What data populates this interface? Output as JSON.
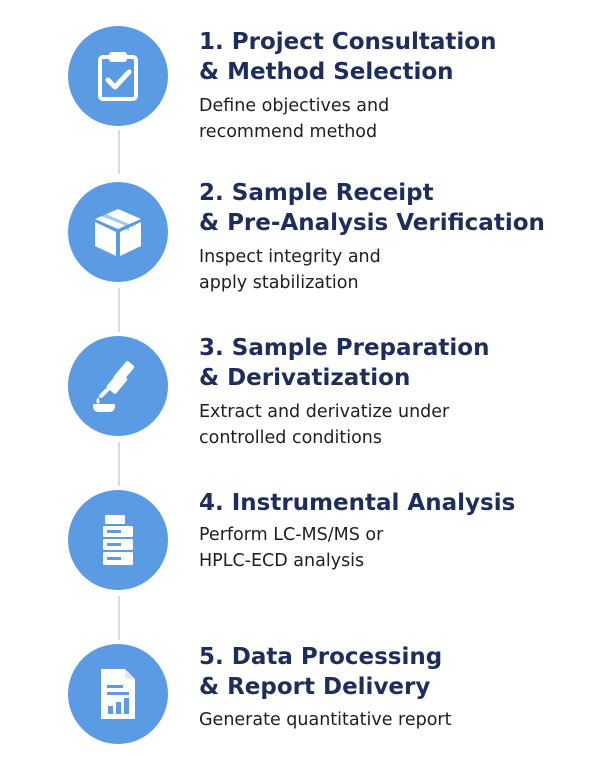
{
  "steps": [
    {
      "title": "1. Project Consultation\n& Method Selection",
      "description": "Define objectives and\nrecommend method",
      "icon": "clipboard-check-icon"
    },
    {
      "title": "2. Sample Receipt\n& Pre-Analysis Verification",
      "description": "Inspect integrity and\napply stabilization",
      "icon": "package-box-icon"
    },
    {
      "title": "3. Sample Preparation\n& Derivatization",
      "description": "Extract and derivatize under\ncontrolled conditions",
      "icon": "pipette-dropper-icon"
    },
    {
      "title": "4. Instrumental Analysis",
      "description": "Perform LC-MS/MS or\nHPLC-ECD analysis",
      "icon": "instrument-stack-icon"
    },
    {
      "title": "5. Data Processing\n& Report Delivery",
      "description": "Generate quantitative  report",
      "icon": "report-chart-icon"
    }
  ],
  "colors": {
    "accent": "#5b9be3",
    "title": "#1d2e5c",
    "text": "#1e1e1e",
    "connector": "#d8dce2"
  }
}
